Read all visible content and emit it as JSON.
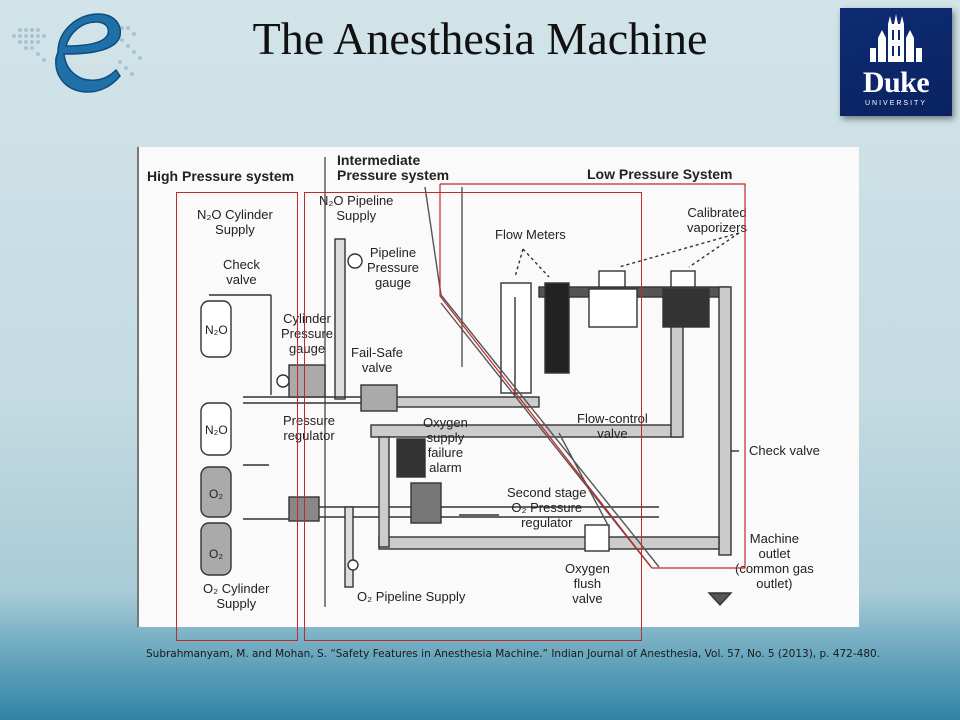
{
  "slide": {
    "title": "The Anesthesia Machine",
    "citation": "Subrahmanyam, M. and Mohan, S. “Safety Features in Anesthesia Machine.” Indian Journal of Anesthesia, Vol. 57, No. 5 (2013), p. 472-480."
  },
  "logos": {
    "duke_word": "Duke",
    "duke_sub": "UNIVERSITY"
  },
  "diagram": {
    "section_labels": {
      "high": "High Pressure system",
      "intermediate": "Intermediate\nPressure system",
      "low": "Low Pressure System"
    },
    "labels": {
      "n2o_cylinder_supply": "N₂O Cylinder\nSupply",
      "check_valve_top": "Check\nvalve",
      "n2o_pipeline_supply": "N₂O Pipeline\nSupply",
      "pipeline_pressure_gauge": "Pipeline\nPressure\ngauge",
      "cylinder_pressure_gauge": "Cylinder\nPressure\ngauge",
      "fail_safe_valve": "Fail-Safe\nvalve",
      "pressure_regulator": "Pressure\nregulator",
      "oxygen_supply_failure_alarm": "Oxygen\nsupply\nfailure\nalarm",
      "flow_meters": "Flow Meters",
      "calibrated_vaporizers": "Calibrated\nvaporizers",
      "flow_control_valve": "Flow-control\nvalve",
      "check_valve_right": "Check valve",
      "second_stage_regulator": "Second stage\nO₂ Pressure\nregulator",
      "machine_outlet": "Machine\noutlet\n(common gas\noutlet)",
      "oxygen_flush_valve": "Oxygen\nflush\nvalve",
      "o2_pipeline_supply": "O₂ Pipeline Supply",
      "o2_cylinder_supply": "O₂ Cylinder\nSupply"
    },
    "cylinders": [
      "N₂O",
      "N₂O",
      "O₂",
      "O₂"
    ]
  }
}
